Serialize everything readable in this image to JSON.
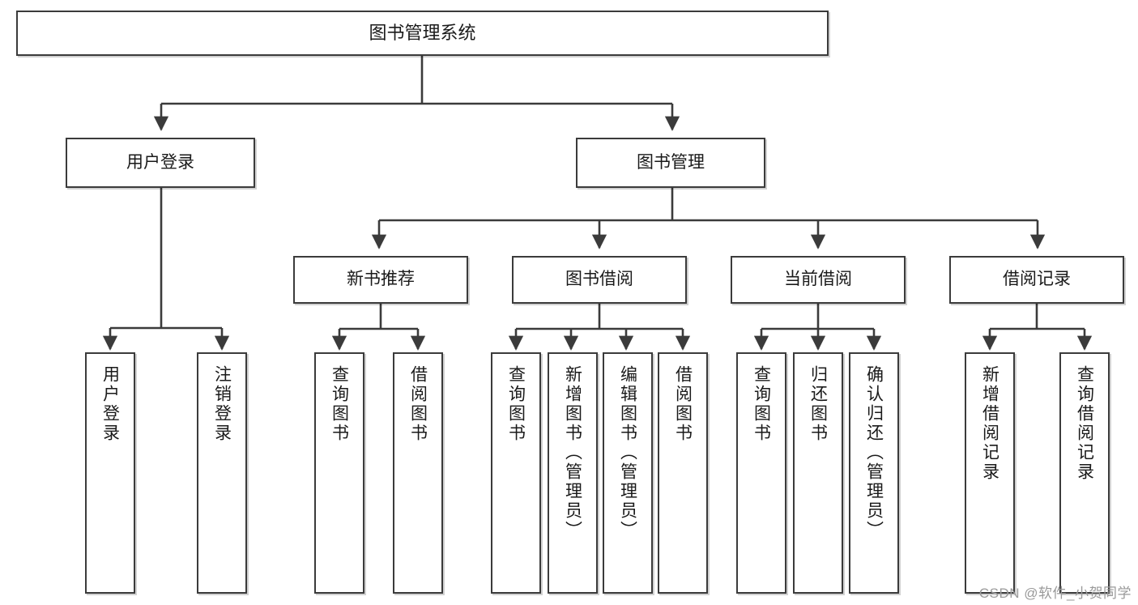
{
  "diagram": {
    "title": "图书管理系统",
    "type": "tree-hierarchy",
    "watermark": "CSDN @软件_小贺同学",
    "colors": {
      "border": "#3b3b3b",
      "background": "#ffffff",
      "text": "#1a1a1a",
      "watermark": "#9a9a9a"
    },
    "nodes": {
      "root": {
        "label": "图书管理系统"
      },
      "level2": [
        {
          "label": "用户登录"
        },
        {
          "label": "图书管理"
        }
      ],
      "level3": [
        {
          "label": "新书推荐"
        },
        {
          "label": "图书借阅"
        },
        {
          "label": "当前借阅"
        },
        {
          "label": "借阅记录"
        }
      ],
      "leaves": {
        "user_login": [
          {
            "label": "用户登录"
          },
          {
            "label": "注销登录"
          }
        ],
        "new_book_recommend": [
          {
            "label": "查询图书"
          },
          {
            "label": "借阅图书"
          }
        ],
        "book_borrow": [
          {
            "label": "查询图书"
          },
          {
            "label": "新增图书（管理员）"
          },
          {
            "label": "编辑图书（管理员）"
          },
          {
            "label": "借阅图书"
          }
        ],
        "current_borrow": [
          {
            "label": "查询图书"
          },
          {
            "label": "归还图书"
          },
          {
            "label": "确认归还（管理员）"
          }
        ],
        "borrow_record": [
          {
            "label": "新增借阅记录"
          },
          {
            "label": "查询借阅记录"
          }
        ]
      }
    }
  }
}
